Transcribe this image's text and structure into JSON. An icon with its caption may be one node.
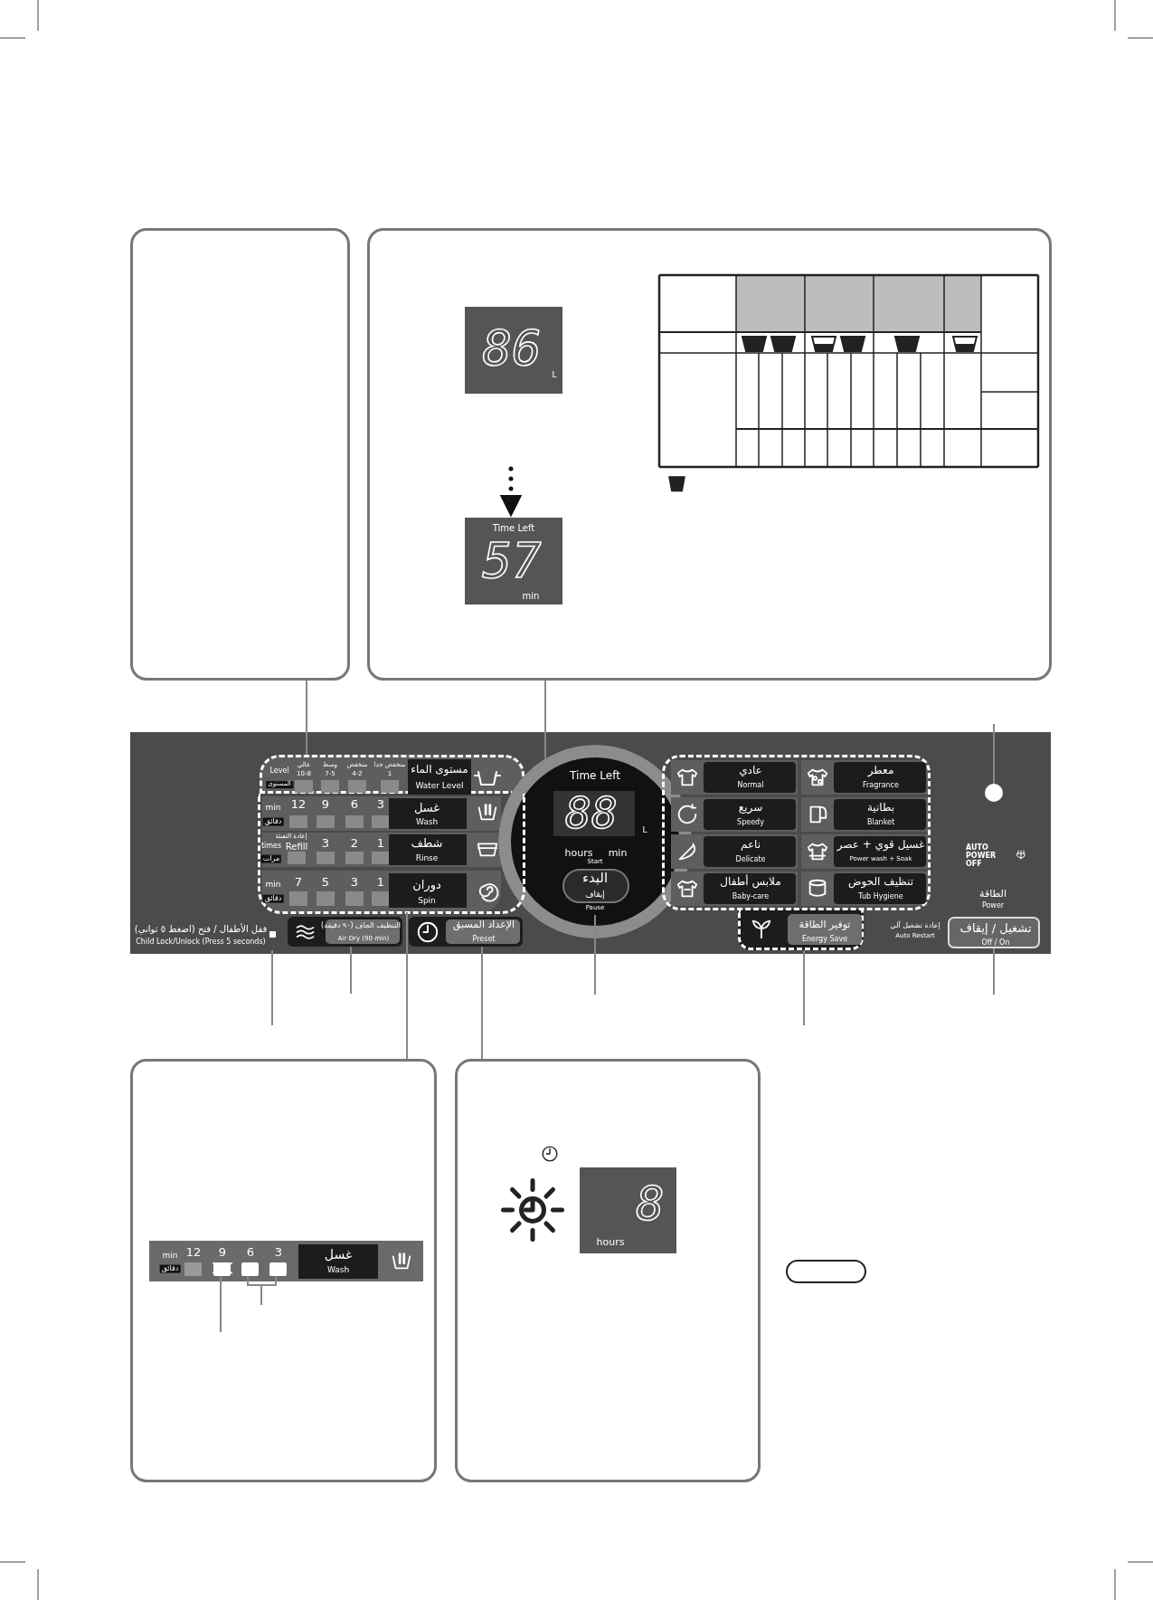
{
  "diagram": {
    "nodes": [
      {
        "text": [],
        "shape": "box"
      },
      {
        "text": [],
        "shape": "box"
      },
      {
        "text": [
          "86",
          "L"
        ],
        "in": 1
      },
      {
        "text": [
          "Time Left",
          "57",
          "min"
        ],
        "in": 1
      },
      {
        "text": [],
        "shape": "box"
      },
      {
        "text": [],
        "shape": "box"
      },
      {
        "text": [],
        "shape": "box"
      },
      {
        "text": [
          "مستوى الماء",
          "Water Level",
          "Level",
          "المستوى",
          "عالي",
          "10-8",
          "وسط",
          "7-5",
          "منخفض",
          "4-2",
          "منخفض جدا",
          "1"
        ],
        "in": 6
      },
      {
        "text": [
          "غسل",
          "Wash",
          "min",
          "دقائق",
          "12",
          "9",
          "6",
          "3"
        ],
        "in": 6
      },
      {
        "text": [
          "شطف",
          "Rinse",
          "times",
          "مرات",
          "إعادة التعبئة",
          "Refill",
          "3",
          "2",
          "1"
        ],
        "in": 6
      },
      {
        "text": [
          "دوران",
          "Spin",
          "min",
          "دقائق",
          "7",
          "5",
          "3",
          "1"
        ],
        "in": 6
      },
      {
        "text": [
          "قفل الأطفال / فتح (اضغط ٥ ثواني)",
          "Child Lock/Unlock (Press 5 seconds)"
        ],
        "in": 6
      },
      {
        "text": [
          "التنظيف الجاف (٩٠ دقيقة)",
          "Air Dry (90 min)"
        ],
        "in": 6
      },
      {
        "text": [
          "الإعداد المسبق",
          "Preset"
        ],
        "in": 6
      },
      {
        "text": [
          "Time Left",
          "88",
          "L",
          "hours",
          "min"
        ],
        "in": 6
      },
      {
        "text": [
          "Start",
          "البدء",
          "إيقاف",
          "Pause"
        ],
        "in": 14
      },
      {
        "text": [
          "عادي",
          "Normal"
        ],
        "in": 6
      },
      {
        "text": [
          "معطر",
          "Fragrance"
        ],
        "in": 6
      },
      {
        "text": [
          "سريع",
          "Speedy"
        ],
        "in": 6
      },
      {
        "text": [
          "بطانية",
          "Blanket"
        ],
        "in": 6
      },
      {
        "text": [
          "ناعم",
          "Delicate"
        ],
        "in": 6
      },
      {
        "text": [
          "غسيل قوي + عصر",
          "Power wash + Soak"
        ],
        "in": 6
      },
      {
        "text": [
          "ملابس أطفال",
          "Baby-care"
        ],
        "in": 6
      },
      {
        "text": [
          "تنظيف الحوض",
          "Tub Hygiene"
        ],
        "in": 6
      },
      {
        "text": [
          "توفير الطاقة",
          "Energy Save"
        ],
        "in": 6
      },
      {
        "text": [],
        "shape": "circle",
        "in": 6
      },
      {
        "text": [
          "تشغيل / إيقاف",
          "Off / On"
        ],
        "in": 6
      },
      {
        "text": [
          "min",
          "دقائق",
          "12",
          "9",
          "6",
          "3",
          "غسل",
          "Wash"
        ],
        "in": 4
      },
      {
        "text": [],
        "shape": "box",
        "in": 27
      },
      {
        "text": [],
        "shape": "box",
        "in": 27
      },
      {
        "text": [],
        "shape": "box",
        "in": 27
      },
      {
        "text": [
          "8",
          "hours"
        ],
        "in": 5
      },
      {
        "text": [],
        "shape": "box"
      }
    ],
    "edges": [
      {
        "from": 7,
        "to": 0,
        "arrow": "none"
      },
      {
        "from": 14,
        "to": 1,
        "arrow": "none"
      },
      {
        "from": 2,
        "to": 3,
        "arrow": "to",
        "style": "dashed",
        "color": "#111111"
      },
      {
        "from": 25,
        "to": null,
        "arrow": "none"
      },
      {
        "from": 11,
        "to": null,
        "arrow": "none"
      },
      {
        "from": 12,
        "to": null,
        "arrow": "none"
      },
      {
        "from": 10,
        "to": 4,
        "arrow": "none"
      },
      {
        "from": 13,
        "to": 5,
        "arrow": "none"
      },
      {
        "from": 15,
        "to": null,
        "arrow": "none"
      },
      {
        "from": 24,
        "to": null,
        "arrow": "none"
      },
      {
        "from": 26,
        "to": null,
        "arrow": "none"
      },
      {
        "from": 28,
        "to": null,
        "arrow": "none"
      },
      {
        "from": 29,
        "to": null,
        "arrow": "none"
      },
      {
        "from": 30,
        "to": null,
        "arrow": "none"
      }
    ],
    "labels": [
      "AUTO POWER OFF",
      "الطاقة",
      "Power",
      "إعادة تشغيل آلي",
      "Auto Restart"
    ]
  }
}
